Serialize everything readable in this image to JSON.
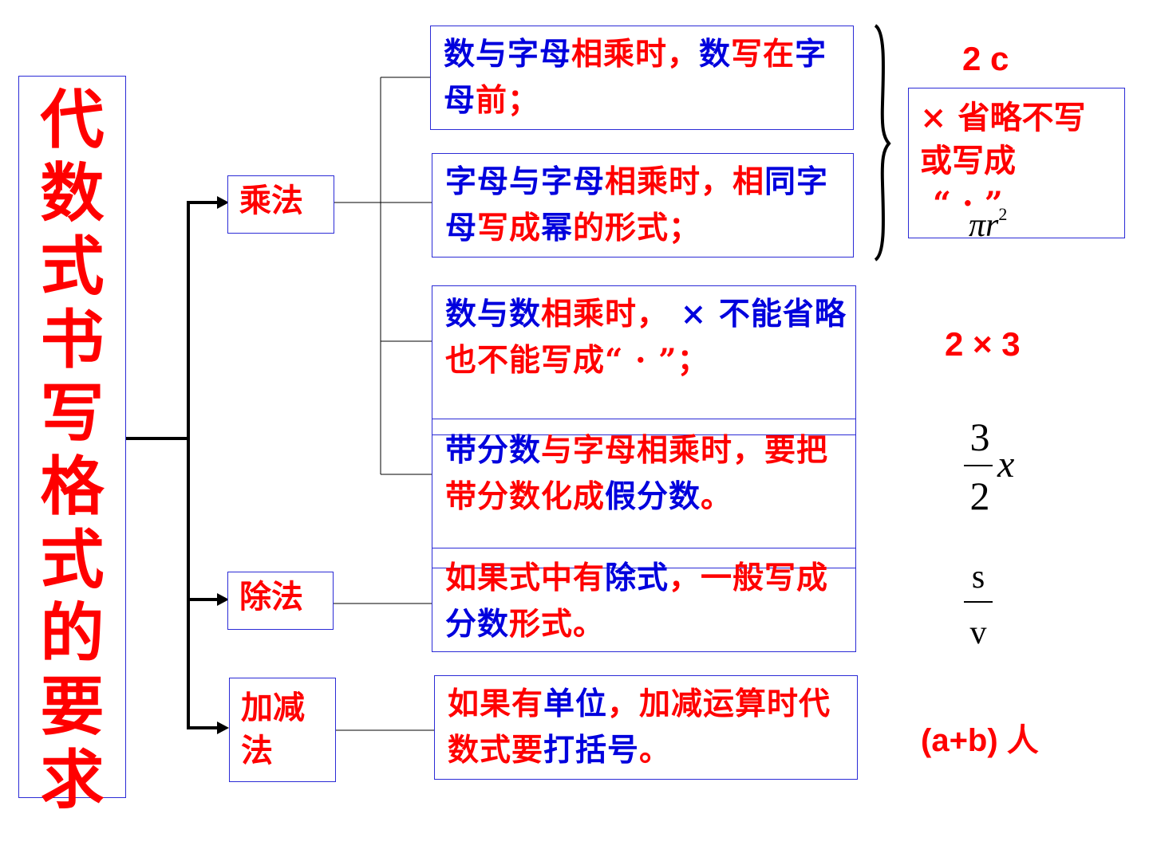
{
  "title": "代数式书写格式的要求",
  "categories": {
    "multiplication": "乘法",
    "division": "除法",
    "addsub_line1": "加减",
    "addsub_line2": "法"
  },
  "rules": {
    "r1": [
      {
        "t": "  数与字母",
        "c": "blue"
      },
      {
        "t": "相乘时，",
        "c": "red"
      },
      {
        "t": "数",
        "c": "blue"
      },
      {
        "t": "写在",
        "c": "red"
      },
      {
        "t": "字母",
        "c": "blue"
      },
      {
        "t": "前；",
        "c": "red"
      }
    ],
    "r2": [
      {
        "t": "字母与字母",
        "c": "blue"
      },
      {
        "t": "相乘时，相",
        "c": "red"
      },
      {
        "t": "同",
        "c": "blue"
      },
      {
        "t": "字母",
        "c": "blue"
      },
      {
        "t": "写成",
        "c": "red"
      },
      {
        "t": "幂",
        "c": "blue"
      },
      {
        "t": "的形式；",
        "c": "red"
      }
    ],
    "r3": [
      {
        "t": "  数与数",
        "c": "blue"
      },
      {
        "t": "相乘时，",
        "c": "red"
      },
      {
        "t": " × 不",
        "c": "blue"
      },
      {
        "t": "能省略",
        "c": "blue"
      },
      {
        "t": "也不能写成“ · ”",
        "c": "red"
      },
      {
        "t": "；",
        "c": "red"
      }
    ],
    "r4": [
      {
        "t": "带分数",
        "c": "blue"
      },
      {
        "t": "与字母相乘时，",
        "c": "red"
      },
      {
        "t": "要把带分数化成",
        "c": "red"
      },
      {
        "t": "假分数",
        "c": "blue"
      },
      {
        "t": "。",
        "c": "red"
      }
    ],
    "r5": [
      {
        "t": "如果式中有",
        "c": "red"
      },
      {
        "t": "除式",
        "c": "blue"
      },
      {
        "t": "，一般",
        "c": "red"
      },
      {
        "t": "写成",
        "c": "red"
      },
      {
        "t": "分数",
        "c": "blue"
      },
      {
        "t": "形式。",
        "c": "red"
      }
    ],
    "r6": [
      {
        "t": "如果有",
        "c": "red"
      },
      {
        "t": "单位",
        "c": "blue"
      },
      {
        "t": "，加减运算",
        "c": "red"
      },
      {
        "t": "时代数式要",
        "c": "red"
      },
      {
        "t": "打括号",
        "c": "blue"
      },
      {
        "t": "。",
        "c": "red"
      }
    ]
  },
  "examples": {
    "e1": "2 c",
    "note_line1": "× 省略不写",
    "note_line2": "或写成",
    "note_line3": "“ · ”",
    "pi_r2": "πr",
    "pi_r2_exp": "2",
    "e2": "2 × 3",
    "frac_num": "3",
    "frac_den": "2",
    "frac_var": "x",
    "sv_num": "s",
    "sv_den": "v",
    "e3": "(a+b) 人"
  },
  "colors": {
    "accent_red": "#ff0000",
    "accent_blue": "#0000dd",
    "border": "#2b2bd6"
  }
}
